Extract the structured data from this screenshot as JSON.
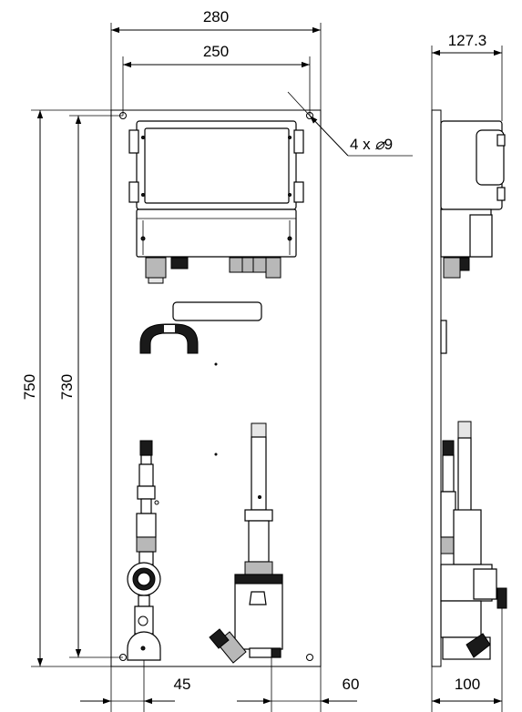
{
  "dimensions": {
    "width_overall": "280",
    "hole_spacing_horizontal": "250",
    "depth_side": "127.3",
    "holes": "4 x ",
    "hole_diameter": "9",
    "diameter_symbol": "⌀",
    "height_overall": "750",
    "hole_spacing_vertical": "730",
    "offset_left": "45",
    "offset_right": "60",
    "side_bottom": "100"
  }
}
